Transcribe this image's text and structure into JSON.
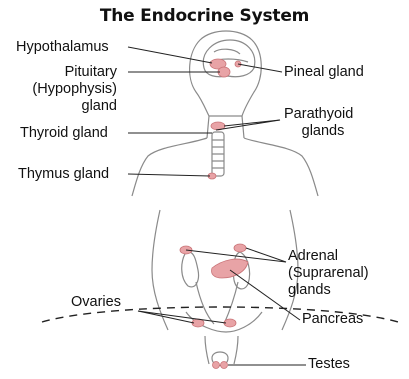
{
  "title": "The Endocrine System",
  "labels": {
    "hypothalamus": "Hypothalamus",
    "pituitary": [
      "Pituitary",
      "(Hypophysis)",
      "gland"
    ],
    "thyroid": "Thyroid gland",
    "thymus": "Thymus gland",
    "pineal": "Pineal gland",
    "parathyroid": [
      "Parathyoid",
      "glands"
    ],
    "adrenal": [
      "Adrenal",
      "(Suprarenal)",
      "glands"
    ],
    "pancreas": "Pancreas",
    "ovaries": "Ovaries",
    "testes": "Testes"
  },
  "colors": {
    "outline": "#8a8a8a",
    "gland": "#e8a3a6",
    "gland_dark": "#c97478",
    "leader": "#222222"
  }
}
